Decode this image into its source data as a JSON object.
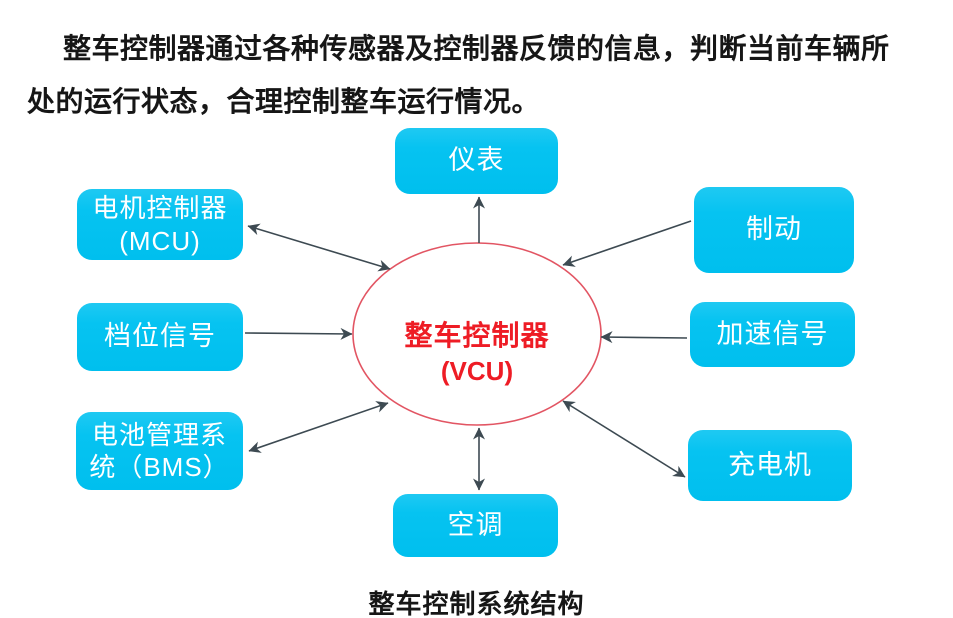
{
  "intro": {
    "lines": [
      "整车控制器通过各种传感器及控制器反馈的信息，判断当前车辆所",
      "处的运行状态，合理控制整车运行情况。"
    ]
  },
  "center": {
    "title": "整车控制器",
    "subtitle": "(VCU)"
  },
  "nodes": {
    "instrument": {
      "lines": [
        "仪表"
      ]
    },
    "mcu": {
      "lines": [
        "电机控制器",
        "(MCU)"
      ]
    },
    "gear": {
      "lines": [
        "档位信号"
      ]
    },
    "bms": {
      "lines": [
        "电池管理系",
        "统（BMS）"
      ]
    },
    "brake": {
      "lines": [
        "制动"
      ]
    },
    "accel": {
      "lines": [
        "加速信号"
      ]
    },
    "charger": {
      "lines": [
        "充电机"
      ]
    },
    "ac": {
      "lines": [
        "空调"
      ]
    }
  },
  "caption": "整车控制系统结构",
  "colors": {
    "node_fill": "#06c3f1",
    "node_text": "#ffffff",
    "ellipse_stroke": "#e25563",
    "center_text": "#ee1c25",
    "arrow": "#3d4a52",
    "body_text": "#161616"
  }
}
